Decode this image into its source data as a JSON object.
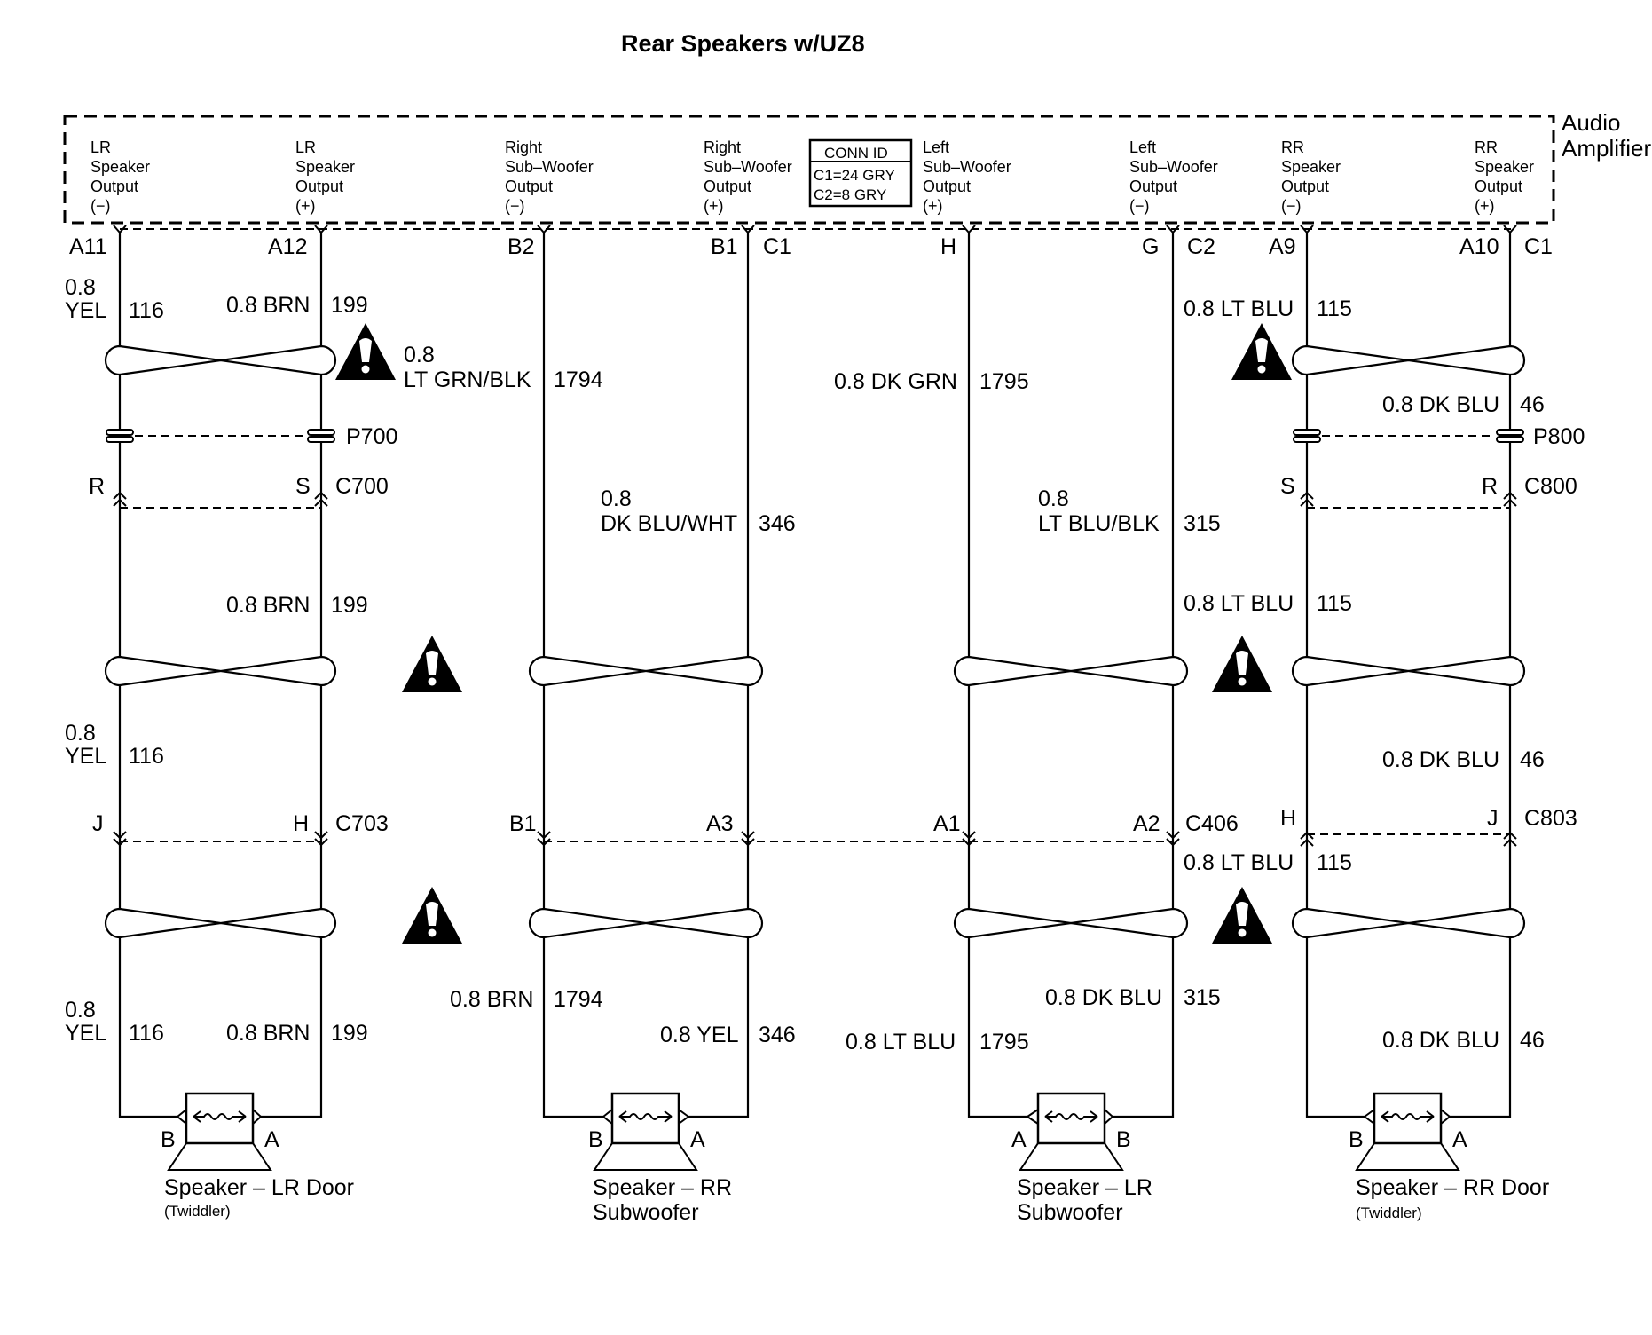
{
  "title": "Rear Speakers w/UZ8",
  "amplifier": {
    "name_line1": "Audio",
    "name_line2": "Amplifier",
    "conn_id": {
      "header": "CONN ID",
      "c1": "C1=24 GRY",
      "c2": "C2=8 GRY"
    },
    "outputs": [
      [
        "LR",
        "Speaker",
        "Output",
        "(−)"
      ],
      [
        "LR",
        "Speaker",
        "Output",
        "(+)"
      ],
      [
        "Right",
        "Sub–Woofer",
        "Output",
        "(−)"
      ],
      [
        "Right",
        "Sub–Woofer",
        "Output",
        "(+)"
      ],
      [
        "Left",
        "Sub–Woofer",
        "Output",
        "(+)"
      ],
      [
        "Left",
        "Sub–Woofer",
        "Output",
        "(−)"
      ],
      [
        "RR",
        "Speaker",
        "Output",
        "(−)"
      ],
      [
        "RR",
        "Speaker",
        "Output",
        "(+)"
      ]
    ],
    "pins": [
      "A11",
      "A12",
      "B2",
      "B1",
      "H",
      "G",
      "A9",
      "A10"
    ],
    "connector_labels": {
      "c1_left": "C1",
      "c2": "C2",
      "c1_right": "C1"
    }
  },
  "connectors": {
    "p700": "P700",
    "p800": "P800",
    "c700": {
      "name": "C700",
      "pin_a": "R",
      "pin_b": "S"
    },
    "c800": {
      "name": "C800",
      "pin_a": "S",
      "pin_b": "R"
    },
    "c703": {
      "name": "C703",
      "pin_a": "J",
      "pin_b": "H"
    },
    "c406": {
      "name": "C406",
      "pins": [
        "B1",
        "A3",
        "A1",
        "A2"
      ]
    },
    "c803": {
      "name": "C803",
      "pin_a": "H",
      "pin_b": "J"
    }
  },
  "wires": {
    "w116_top": {
      "gauge": "0.8",
      "color": "YEL",
      "circuit": "116"
    },
    "w199_top": {
      "label": "0.8 BRN",
      "circuit": "199"
    },
    "w1794_top": {
      "gauge": "0.8",
      "color": "LT GRN/BLK",
      "circuit": "1794"
    },
    "w1795_top": {
      "label": "0.8 DK GRN",
      "circuit": "1795"
    },
    "w115_top": {
      "label": "0.8 LT BLU",
      "circuit": "115"
    },
    "w46_top": {
      "label": "0.8 DK BLU",
      "circuit": "46"
    },
    "w346_mid": {
      "gauge": "0.8",
      "color": "DK BLU/WHT",
      "circuit": "346"
    },
    "w315_mid": {
      "gauge": "0.8",
      "color": "LT BLU/BLK",
      "circuit": "315"
    },
    "w199_mid": {
      "label": "0.8 BRN",
      "circuit": "199"
    },
    "w115_mid": {
      "label": "0.8 LT BLU",
      "circuit": "115"
    },
    "w116_mid": {
      "gauge": "0.8",
      "color": "YEL",
      "circuit": "116"
    },
    "w46_mid": {
      "label": "0.8 DK BLU",
      "circuit": "46"
    },
    "w115_low": {
      "label": "0.8 LT BLU",
      "circuit": "115"
    },
    "w116_bot": {
      "gauge": "0.8",
      "color": "YEL",
      "circuit": "116"
    },
    "w199_bot": {
      "label": "0.8 BRN",
      "circuit": "199"
    },
    "w1794_bot": {
      "label": "0.8 BRN",
      "circuit": "1794"
    },
    "w346_bot": {
      "label": "0.8 YEL",
      "circuit": "346"
    },
    "w1795_bot": {
      "label": "0.8 LT BLU",
      "circuit": "1795"
    },
    "w315_bot": {
      "label": "0.8 DK BLU",
      "circuit": "315"
    },
    "w46_bot": {
      "label": "0.8 DK BLU",
      "circuit": "46"
    }
  },
  "speakers": [
    {
      "name": "Speaker – LR Door",
      "sub": "(Twiddler)",
      "pin_left": "B",
      "pin_right": "A"
    },
    {
      "name": "Speaker – RR",
      "name2": "Subwoofer",
      "pin_left": "B",
      "pin_right": "A"
    },
    {
      "name": "Speaker – LR",
      "name2": "Subwoofer",
      "pin_left": "A",
      "pin_right": "B"
    },
    {
      "name": "Speaker – RR Door",
      "sub": "(Twiddler)",
      "pin_left": "B",
      "pin_right": "A"
    }
  ]
}
